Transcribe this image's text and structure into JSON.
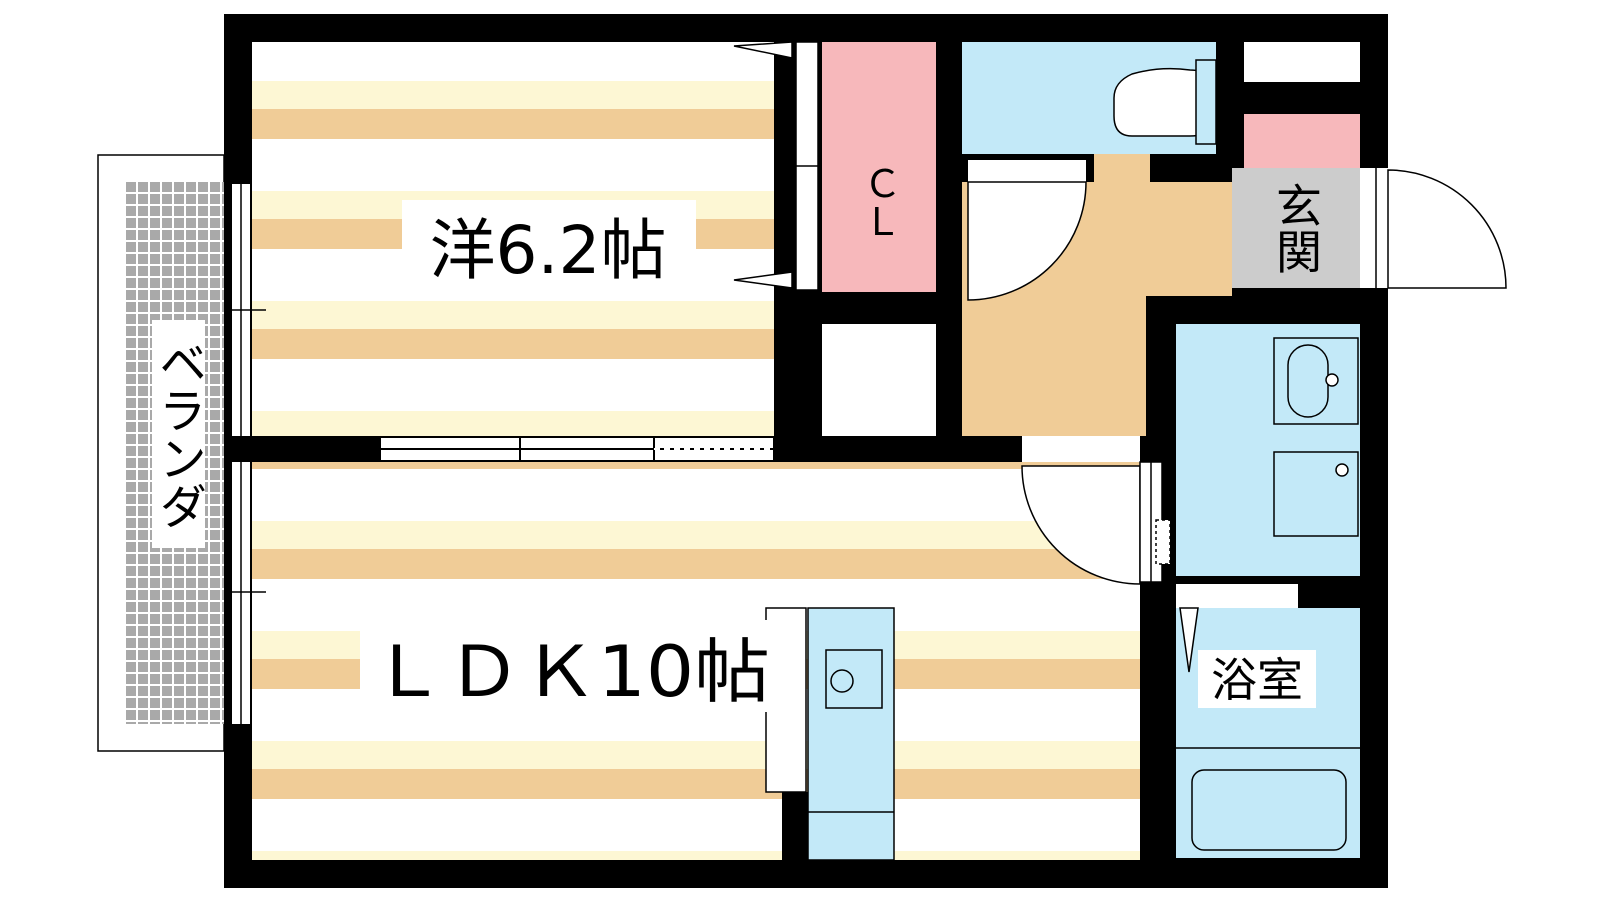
{
  "plan": {
    "rooms": {
      "western_room": "洋6.2帖",
      "ldk": "ＬＤＫ10帖",
      "closet": "ＣＬ",
      "entrance": "玄関",
      "bathroom": "浴室",
      "balcony": "ベランダ"
    },
    "colors": {
      "wall": "#000000",
      "floor_stripe_light": "#fdf7d4",
      "floor_stripe_dark": "#f0cc97",
      "hallway": "#f0cc97",
      "closet": "#f7b8bb",
      "wet_area": "#c3e9f8",
      "entrance_tile": "#cccccc",
      "balcony_grid": "#a9a9a9"
    }
  }
}
